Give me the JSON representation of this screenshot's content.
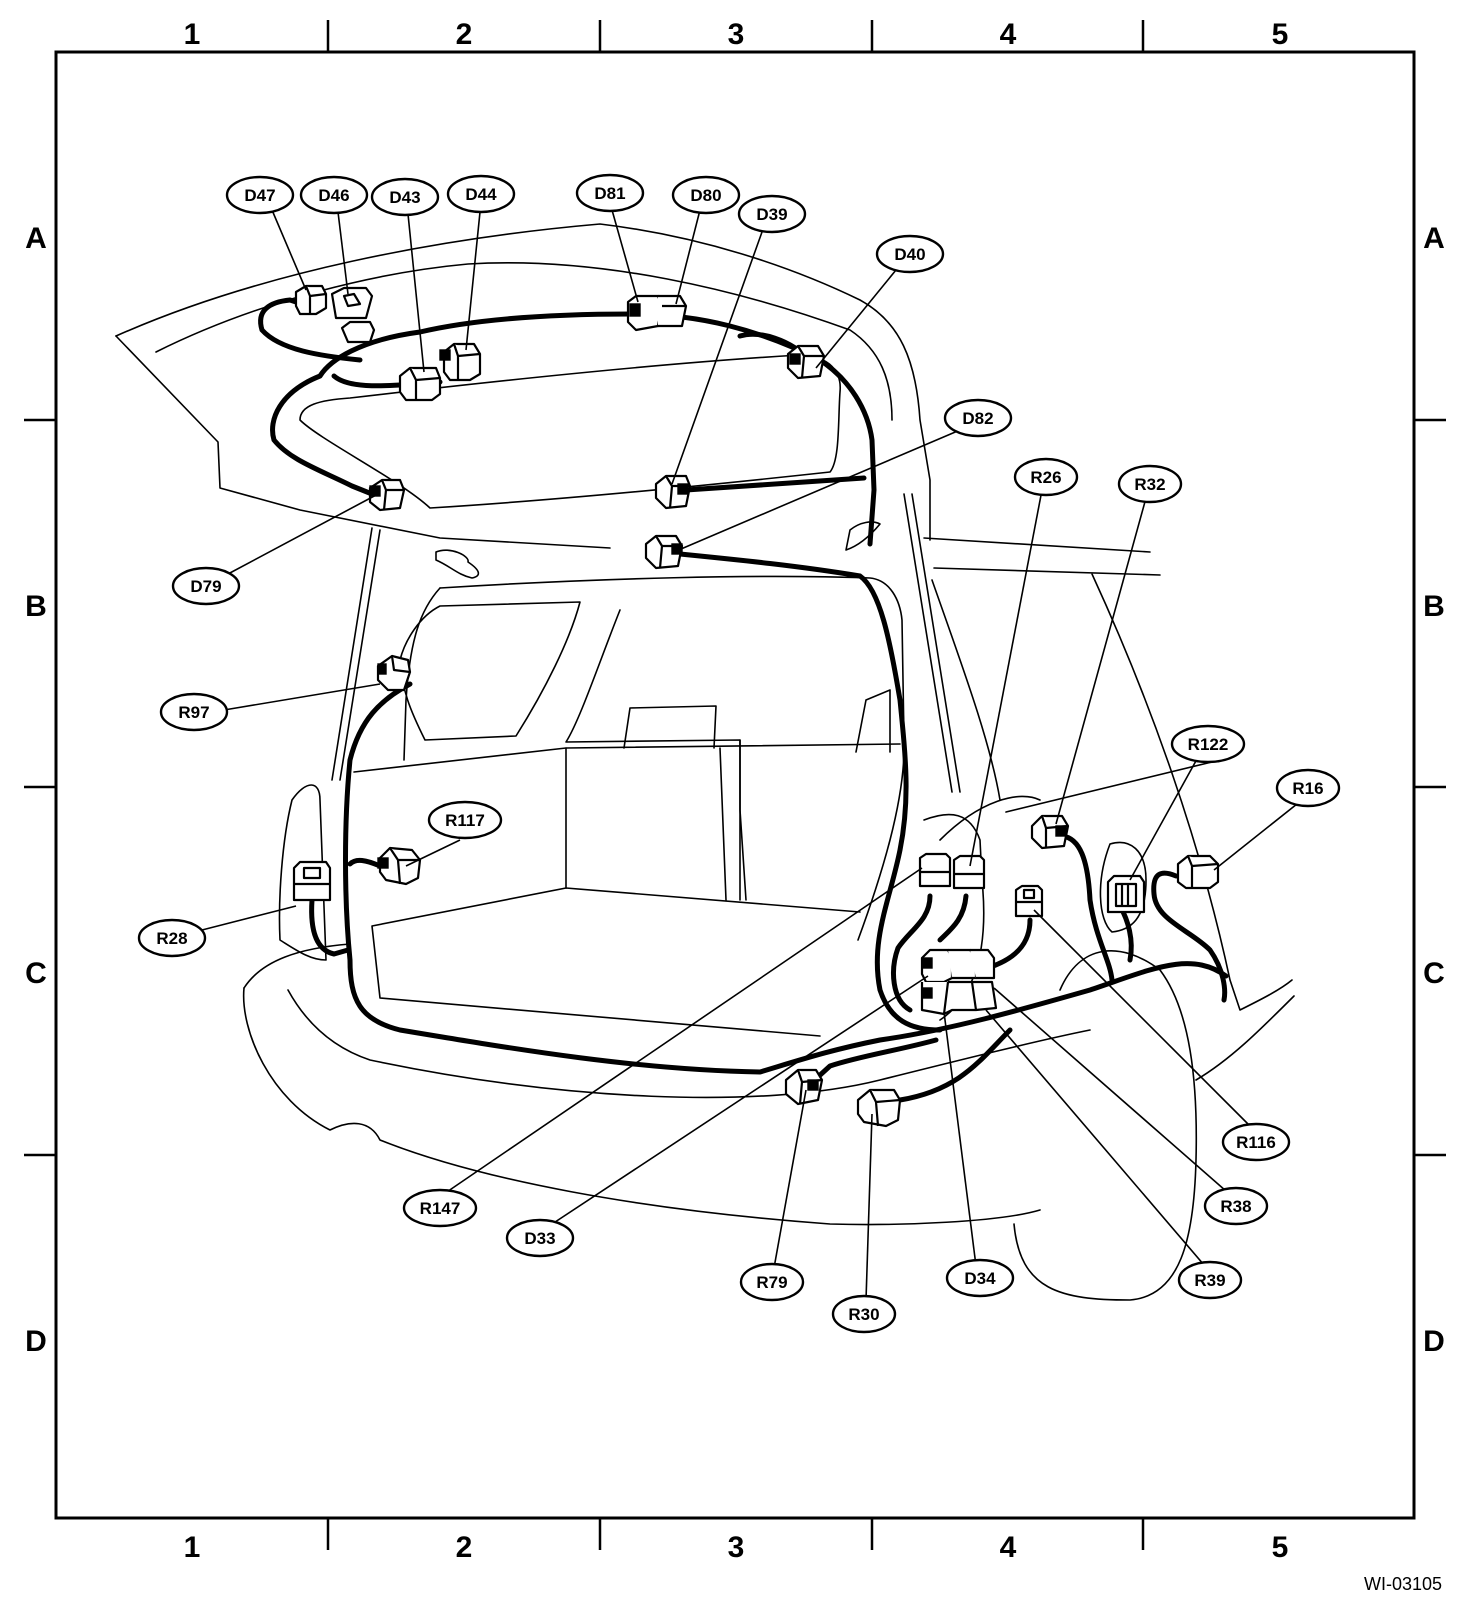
{
  "grid": {
    "columns": [
      "1",
      "2",
      "3",
      "4",
      "5"
    ],
    "rows": [
      "A",
      "B",
      "C",
      "D"
    ]
  },
  "figure_id": "WI-03105",
  "callouts": [
    {
      "id": "D47",
      "label": "D47"
    },
    {
      "id": "D46",
      "label": "D46"
    },
    {
      "id": "D43",
      "label": "D43"
    },
    {
      "id": "D44",
      "label": "D44"
    },
    {
      "id": "D81",
      "label": "D81"
    },
    {
      "id": "D80",
      "label": "D80"
    },
    {
      "id": "D39",
      "label": "D39"
    },
    {
      "id": "D40",
      "label": "D40"
    },
    {
      "id": "D82",
      "label": "D82"
    },
    {
      "id": "D79",
      "label": "D79"
    },
    {
      "id": "R26",
      "label": "R26"
    },
    {
      "id": "R32",
      "label": "R32"
    },
    {
      "id": "R97",
      "label": "R97"
    },
    {
      "id": "R122",
      "label": "R122"
    },
    {
      "id": "R16",
      "label": "R16"
    },
    {
      "id": "R117",
      "label": "R117"
    },
    {
      "id": "R28",
      "label": "R28"
    },
    {
      "id": "R116",
      "label": "R116"
    },
    {
      "id": "R38",
      "label": "R38"
    },
    {
      "id": "R147",
      "label": "R147"
    },
    {
      "id": "D33",
      "label": "D33"
    },
    {
      "id": "R79",
      "label": "R79"
    },
    {
      "id": "R30",
      "label": "R30"
    },
    {
      "id": "D34",
      "label": "D34"
    },
    {
      "id": "R39",
      "label": "R39"
    }
  ]
}
